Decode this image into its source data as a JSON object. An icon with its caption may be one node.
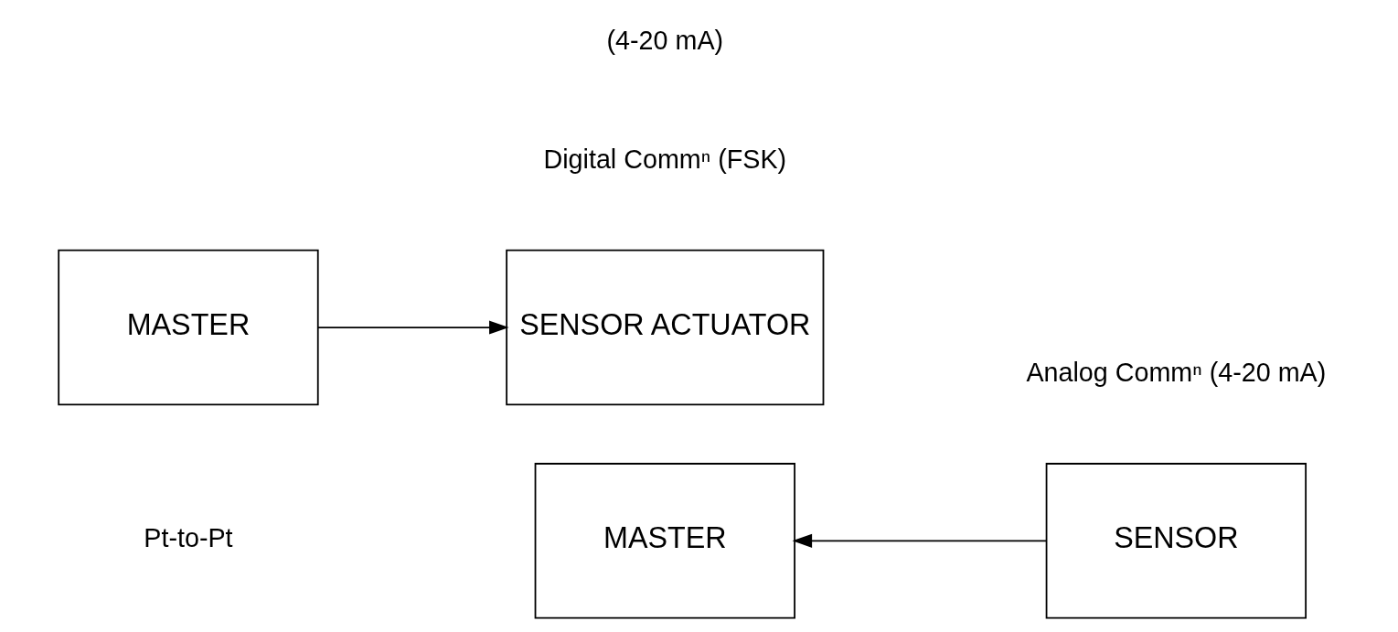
{
  "diagram": {
    "nodes": [
      {
        "text": [
          "MASTER"
        ]
      },
      {
        "text": [
          "SENSOR"
        ]
      },
      {
        "text": [
          "MASTER"
        ]
      },
      {
        "text": [
          "SENSOR ACTUATOR"
        ]
      }
    ],
    "edges": [
      {
        "from": 1,
        "to": 0,
        "arrow": "to"
      },
      {
        "from": 2,
        "to": 3,
        "arrow": "to"
      }
    ],
    "labels": [
      "Pt-to-Pt",
      "Analog Commⁿ (4-20 mA)",
      "Digital Commⁿ (FSK)",
      "(4-20 mA)"
    ]
  }
}
